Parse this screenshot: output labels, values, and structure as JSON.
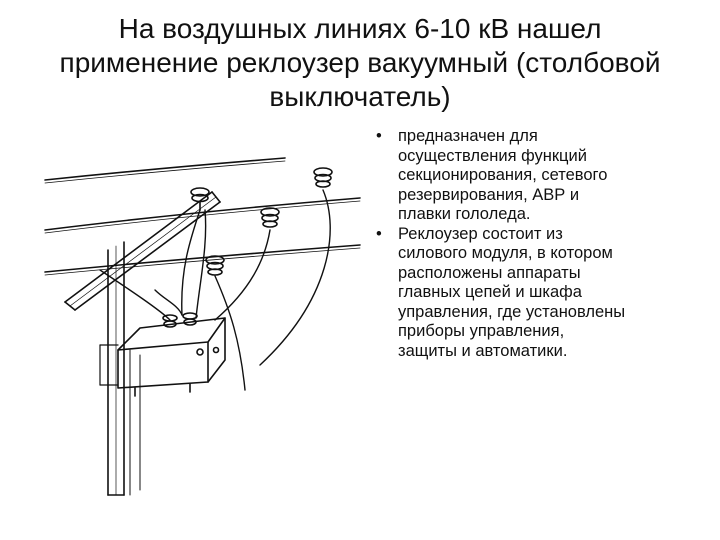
{
  "slide": {
    "title_lines": [
      "На   воздушных  линиях  6-10 кВ нашел",
      "применение реклоузер вакуумный (столбовой",
      "выключатель)"
    ]
  },
  "bullets": [
    {
      "lines": [
        "предназначен для",
        "осуществления функций",
        "секционирования, сетевого",
        "резервирования, АВР и",
        "плавки гололеда."
      ]
    },
    {
      "lines": [
        " Реклоузер состоит из",
        "силового модуля, в котором",
        "расположены аппараты",
        "главных цепей и шкафа",
        "управления, где установлены",
        "приборы управления,",
        "защиты и автоматики."
      ]
    }
  ],
  "bullet_symbol": "•",
  "illustration": {
    "icon": "recloser-on-utility-pole-drawing"
  }
}
